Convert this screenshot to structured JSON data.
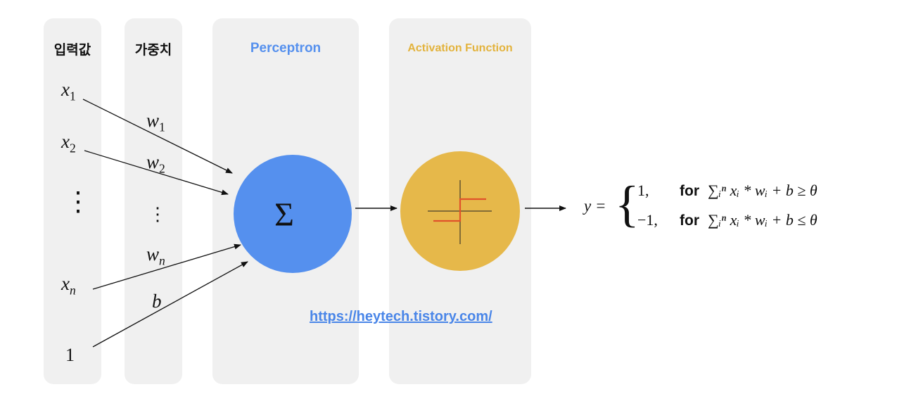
{
  "headers": {
    "inputs": "입력값",
    "weights": "가중치",
    "perceptron": "Perceptron",
    "activation": "Activation Function"
  },
  "colors": {
    "perceptron": "#5590ee",
    "activation": "#e6b84a",
    "activation_header": "#e3b33d",
    "step_line": "#e0522a",
    "link": "#4a86e8",
    "panel": "#f0f0f0"
  },
  "inputs": {
    "x1_base": "x",
    "x1_sub": "1",
    "x2_base": "x",
    "x2_sub": "2",
    "xn_base": "x",
    "xn_sub": "n",
    "bias_input": "1",
    "ellipsis": "⋮"
  },
  "weights": {
    "w1_base": "w",
    "w1_sub": "1",
    "w2_base": "w",
    "w2_sub": "2",
    "wn_base": "w",
    "wn_sub": "n",
    "bias": "b",
    "ellipsis": "⋮"
  },
  "perceptron_symbol": "Σ",
  "link_text": "https://heytech.tistory.com/",
  "formula": {
    "lhs": "y =",
    "case1_value": "1,",
    "case2_value": "−1,",
    "for_word": "for",
    "case1_condition": "∑ᵢⁿ xᵢ * wᵢ + b ≥ θ",
    "case2_condition": "∑ᵢⁿ xᵢ * wᵢ + b ≤ θ"
  }
}
